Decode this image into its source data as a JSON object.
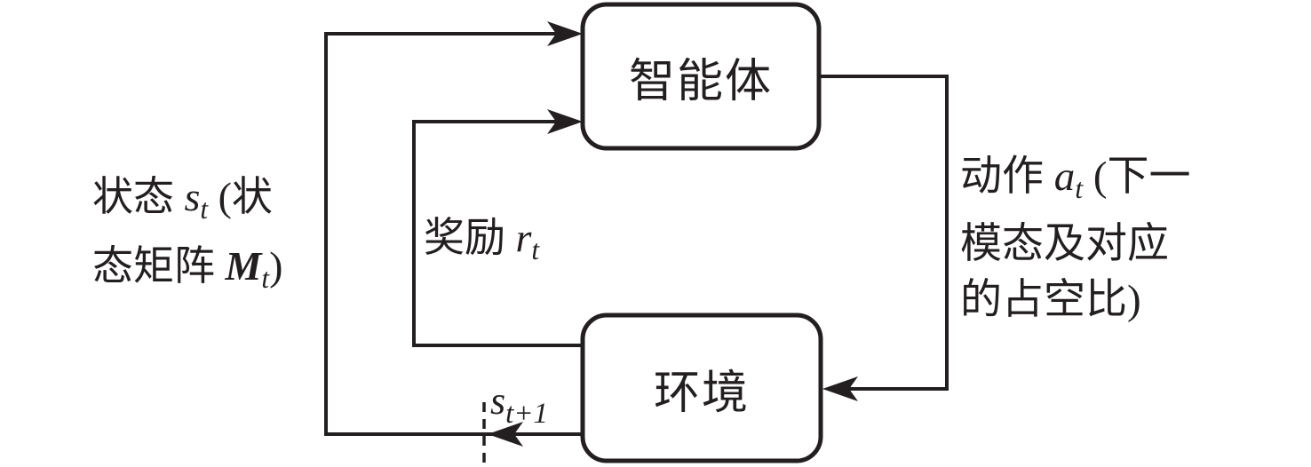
{
  "diagram": {
    "colors": {
      "ink": "#231f20",
      "background": "#ffffff"
    },
    "agent_box": {
      "label": "智能体"
    },
    "environment_box": {
      "label": "环境"
    },
    "state_label": {
      "line1_pre": "状态 ",
      "sym": "s",
      "sym_sub": "t",
      "line1_post": " (状",
      "line2_pre": "态矩阵 ",
      "matrix_sym": "M",
      "matrix_sub": "t",
      "line2_post": ")"
    },
    "reward_label": {
      "pre": "奖励 ",
      "sym": "r",
      "sym_sub": "t"
    },
    "action_label": {
      "line1_pre": "动作 ",
      "sym": "a",
      "sym_sub": "t",
      "line1_post": " (下一",
      "line2": "模态及对应",
      "line3": "的占空比)"
    },
    "next_state_label": {
      "sym": "s",
      "sym_sub": "t+1"
    }
  }
}
